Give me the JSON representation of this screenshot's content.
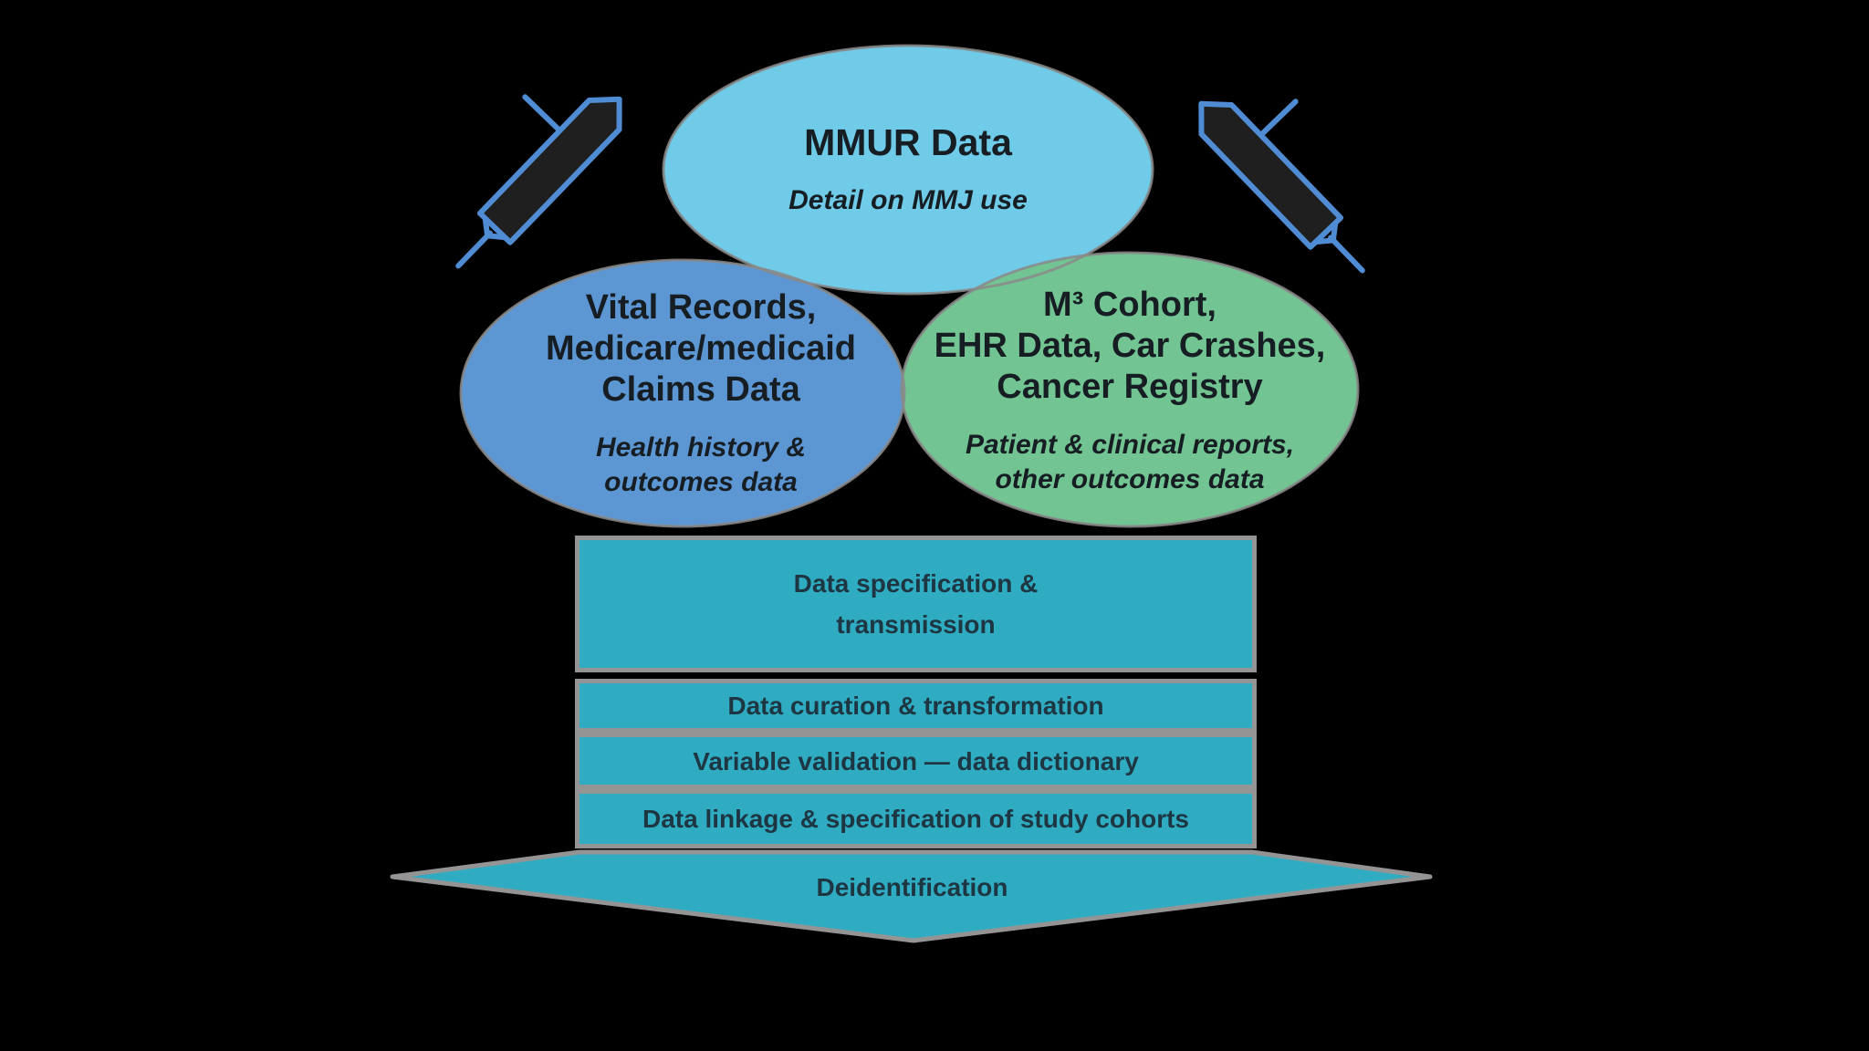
{
  "background": "#000000",
  "venn": {
    "top": {
      "title": "MMUR Data",
      "subtitle": "Detail on MMJ use",
      "color": "#6fcbe7"
    },
    "left": {
      "title_lines": [
        "Vital Records,",
        "Medicare/medicaid",
        "Claims Data"
      ],
      "subtitle_lines": [
        "Health history &",
        "outcomes data"
      ],
      "color": "#5c97d3"
    },
    "right": {
      "title_lines": [
        "M³ Cohort,",
        "EHR Data, Car Crashes,",
        "Cancer Registry"
      ],
      "subtitle_lines": [
        "Patient & clinical reports,",
        "other outcomes data"
      ],
      "color": "#72c492"
    },
    "overlap_green_blue_color": "#5ca491",
    "outline_color": "#8a8a8a"
  },
  "bars": [
    {
      "lines": [
        "Data specification &",
        "transmission"
      ]
    },
    {
      "lines": [
        "Data curation & transformation"
      ]
    },
    {
      "lines": [
        "Variable validation — data dictionary"
      ]
    },
    {
      "lines": [
        "Data linkage & specification of study cohorts"
      ]
    },
    {
      "lines": [
        "Deidentification"
      ]
    }
  ],
  "bar_style": {
    "fill": "#2facc2",
    "border": "#949494",
    "text_color": "#1d3642"
  },
  "icons": {
    "left": "syringe-icon",
    "right": "syringe-icon",
    "stroke_color": "#4f8cd3",
    "fill_color": "#1f1f1f"
  }
}
